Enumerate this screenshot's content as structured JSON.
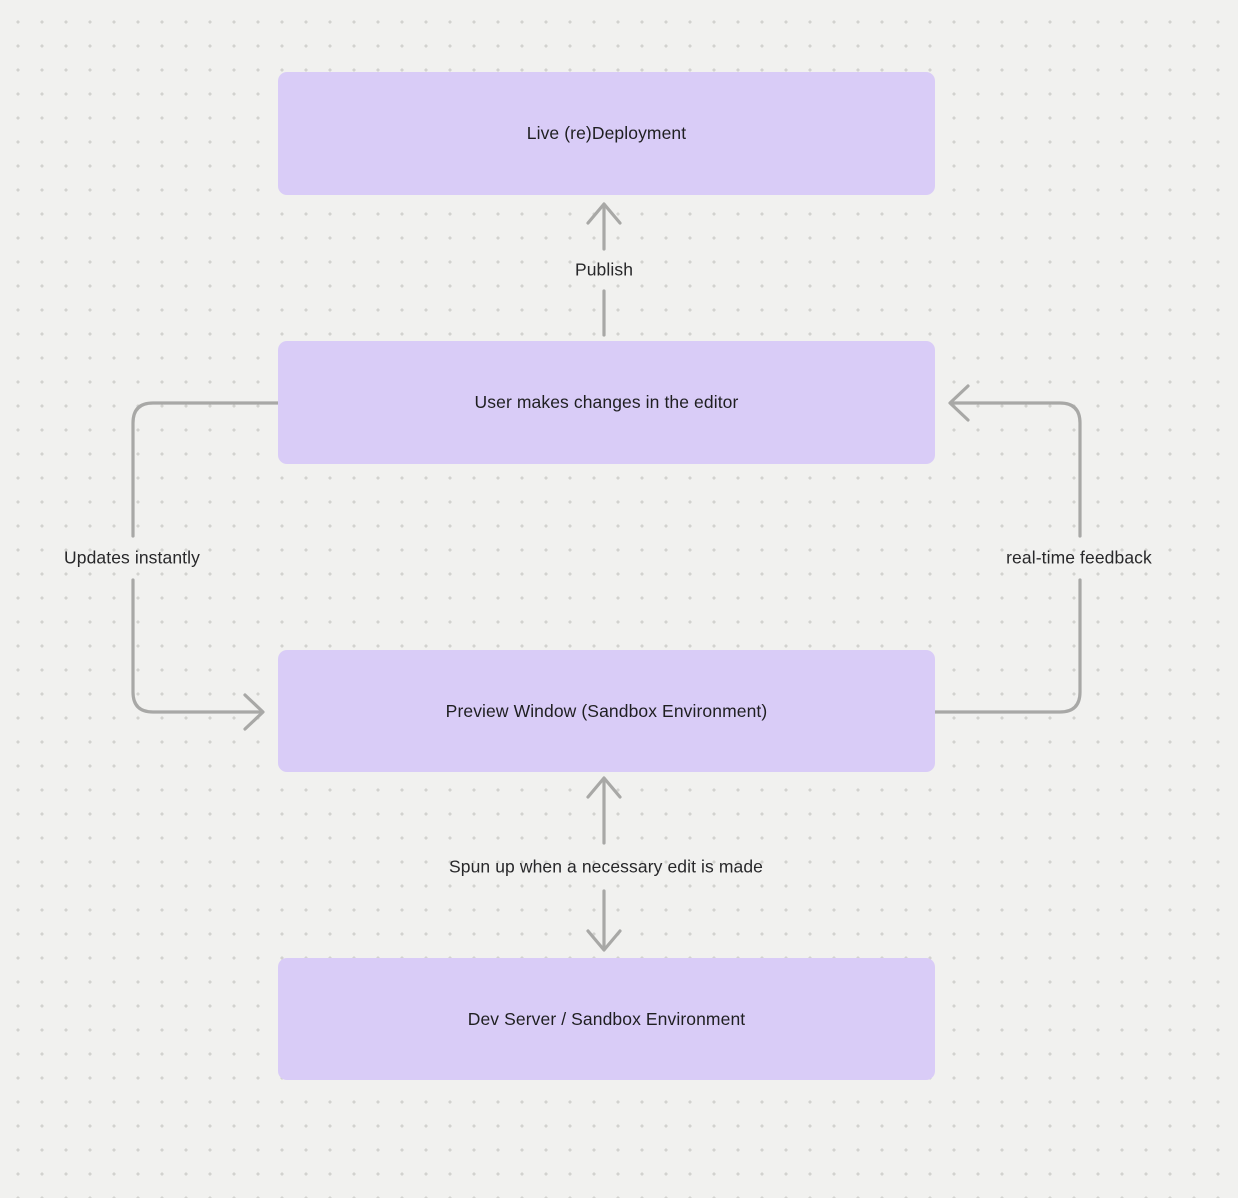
{
  "diagram": {
    "nodes": [
      {
        "id": "live-deployment",
        "label": "Live (re)Deployment"
      },
      {
        "id": "user-changes",
        "label": "User makes changes in the editor"
      },
      {
        "id": "preview-window",
        "label": "Preview Window (Sandbox Environment)"
      },
      {
        "id": "dev-server",
        "label": "Dev Server / Sandbox Environment"
      }
    ],
    "edges": [
      {
        "from": "user-changes",
        "to": "live-deployment",
        "label": "Publish",
        "direction": "up"
      },
      {
        "from": "user-changes",
        "to": "preview-window",
        "label": "Updates instantly",
        "direction": "left-curve"
      },
      {
        "from": "preview-window",
        "to": "user-changes",
        "label": "real-time feedback",
        "direction": "right-curve"
      },
      {
        "from": "preview-window",
        "to": "dev-server",
        "label": "Spun up when a necessary edit is made",
        "direction": "bidirectional"
      }
    ],
    "colors": {
      "node_fill": "#d9ccf7",
      "node_text": "#1f1f21",
      "arrow": "#a8a8a6",
      "background": "#f1f1ef",
      "grid_dot": "#d2d2cf"
    }
  }
}
